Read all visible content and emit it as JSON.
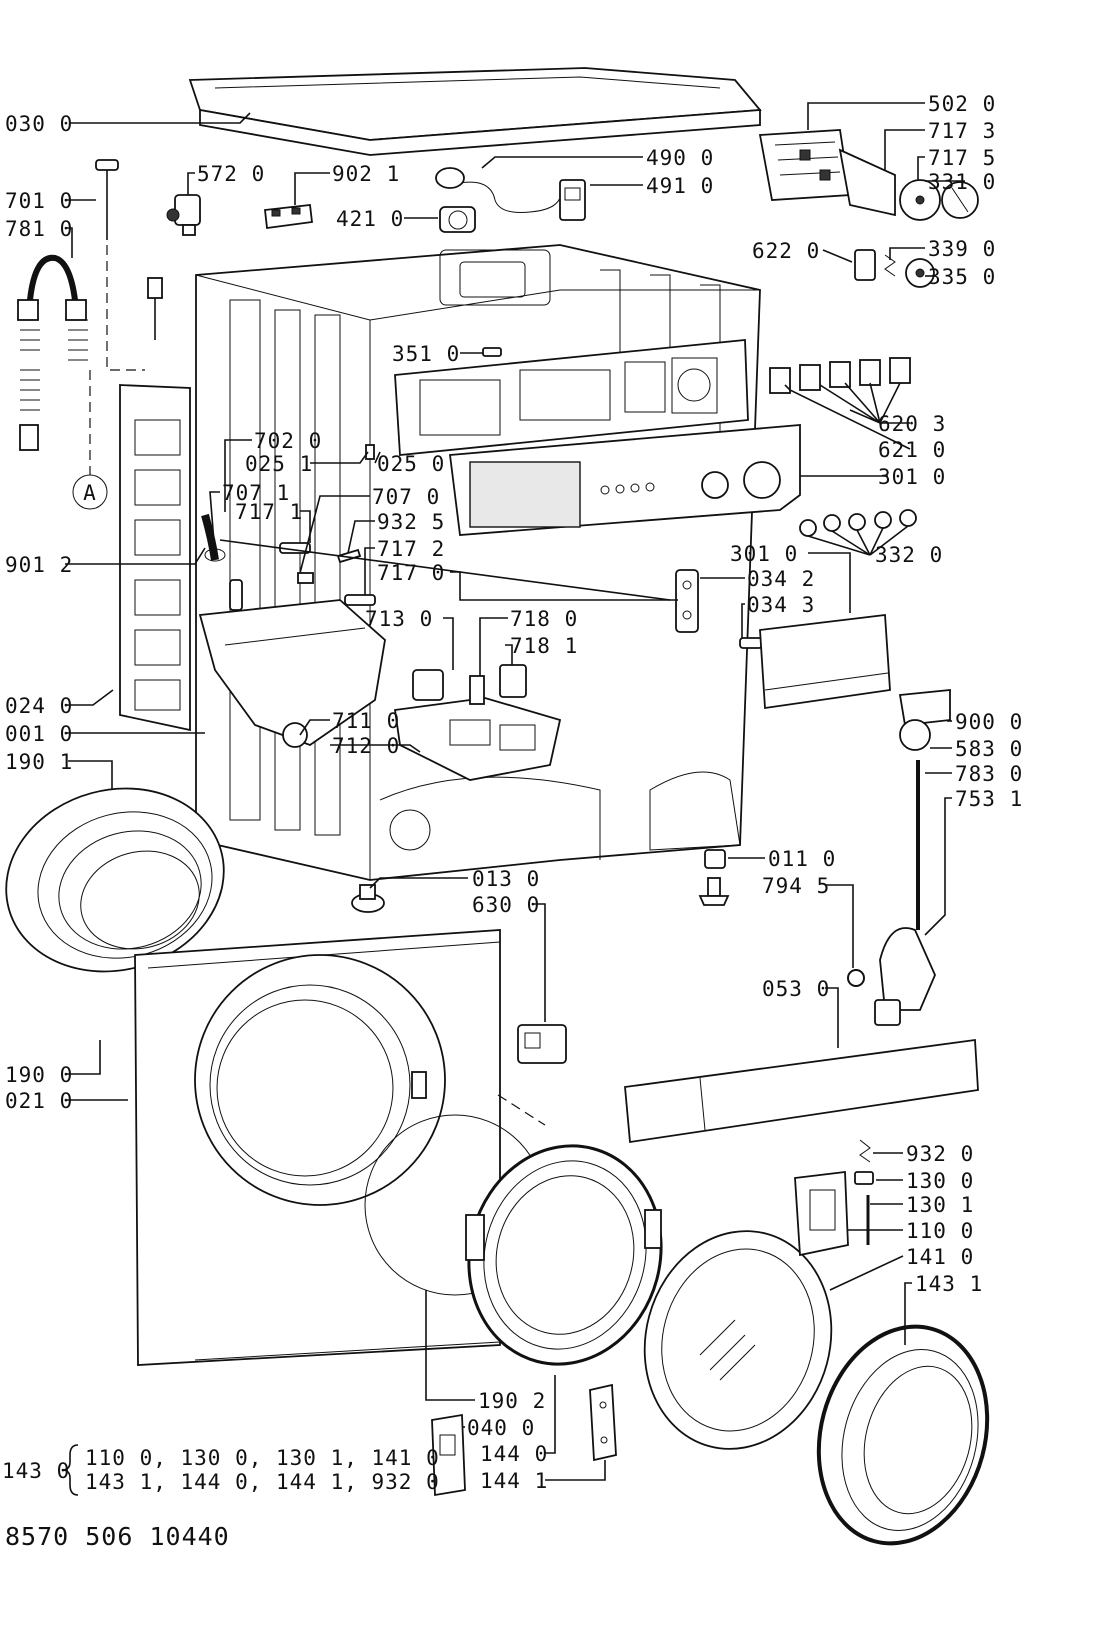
{
  "labels": {
    "l030_0": "030 0",
    "l502_0": "502 0",
    "l717_3": "717 3",
    "l717_5": "717 5",
    "l331_0": "331 0",
    "l339_0": "339 0",
    "l335_0": "335 0",
    "l622_0": "622 0",
    "l572_0": "572 0",
    "l902_1": "902 1",
    "l490_0": "490 0",
    "l491_0": "491 0",
    "l421_0": "421 0",
    "l701_0": "701 0",
    "l781_0": "781 0",
    "l351_0": "351 0",
    "l620_3": "620 3",
    "l621_0": "621 0",
    "l702_0": "702 0",
    "l025_1": "025 1",
    "l025_0": "025 0",
    "l301_0a": "301 0",
    "l707_1": "707 1",
    "l707_0": "707 0",
    "l717_1": "717 1",
    "l932_5": "932 5",
    "l717_2": "717 2",
    "l717_0": "717 0",
    "l901_2": "901 2",
    "l332_0": "332 0",
    "l301_0b": "301 0",
    "l034_2": "034 2",
    "l034_3": "034 3",
    "l713_0": "713 0",
    "l718_0": "718 0",
    "l718_1": "718 1",
    "l024_0": "024 0",
    "l001_0": "001 0",
    "l711_0": "711 0",
    "l712_0": "712 0",
    "l900_0": "900 0",
    "l583_0": "583 0",
    "l190_1": "190 1",
    "l783_0": "783 0",
    "l753_1": "753 1",
    "l011_0": "011 0",
    "l013_0": "013 0",
    "l794_5": "794 5",
    "l630_0": "630 0",
    "l053_0": "053 0",
    "l190_0": "190 0",
    "l021_0": "021 0",
    "l932_0": "932 0",
    "l130_0": "130 0",
    "l130_1": "130 1",
    "l110_0": "110 0",
    "l141_0": "141 0",
    "l143_1": "143 1",
    "l190_2": "190 2",
    "l040_0": "040 0",
    "l144_0": "144 0",
    "l144_1": "144 1",
    "l143_0": "143 0",
    "kit_line1": "110 0, 130 0, 130 1, 141 0",
    "kit_line2": "143 1, 144 0, 144 1, 932 0",
    "marker_a": "A",
    "doc_code": "8570 506 10440"
  }
}
